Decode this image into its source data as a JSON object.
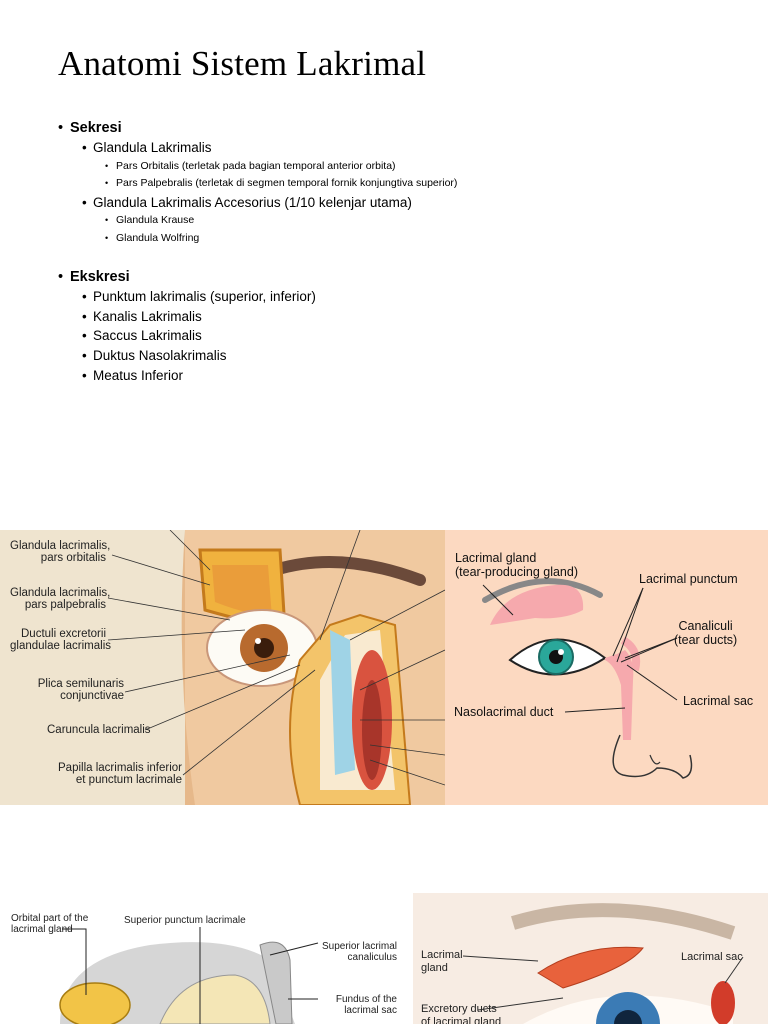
{
  "title": "Anatomi Sistem Lakrimal",
  "sekresi": {
    "heading": "Sekresi",
    "gland1": "Glandula Lakrimalis",
    "gland1_parts": [
      "Pars Orbitalis (terletak pada bagian temporal anterior orbita)",
      "Pars Palpebralis (terletak di segmen temporal fornik konjungtiva superior)"
    ],
    "gland2": "Glandula Lakrimalis Accesorius (1/10 kelenjar utama)",
    "gland2_parts": [
      "Glandula Krause",
      "Glandula Wolfring"
    ]
  },
  "ekskresi": {
    "heading": "Ekskresi",
    "items": [
      "Punktum lakrimalis (superior, inferior)",
      "Kanalis Lakrimalis",
      "Saccus Lakrimalis",
      "Duktus Nasolakrimalis",
      "Meatus Inferior"
    ]
  },
  "figure1": {
    "labels": [
      "Glandula lacrimalis,\npars orbitalis",
      "Glandula lacrimalis,\npars palpebralis",
      "Ductuli excretorii\nglandulae lacrimalis",
      "Plica semilunaris\nconjunctivae",
      "Caruncula lacrimalis",
      "Papilla lacrimalis inferior\net punctum lacrimale"
    ]
  },
  "figure2": {
    "gland": "Lacrimal gland\n(tear-producing gland)",
    "punctum": "Lacrimal punctum",
    "canaliculi": "Canaliculi\n(tear ducts)",
    "sac": "Lacrimal sac",
    "duct": "Nasolacrimal duct"
  },
  "figure3": {
    "orbital": "Orbital part of the\nlacrimal gland",
    "punctum": "Superior punctum lacrimale",
    "canaliculus": "Superior lacrimal\ncanaliculus",
    "fundus": "Fundus of the\nlacrimal sac"
  },
  "figure4": {
    "gland": "Lacrimal\ngland",
    "sac": "Lacrimal sac",
    "ducts": "Excretory ducts\nof lacrimal gland"
  },
  "colors": {
    "fig2_bg": "#fcd9c1",
    "gland_pink": "#f6a9ad",
    "iris_teal": "#2aa79a",
    "fig1_skin": "#f0c9a0",
    "fig1_gland": "#f0b23e"
  }
}
